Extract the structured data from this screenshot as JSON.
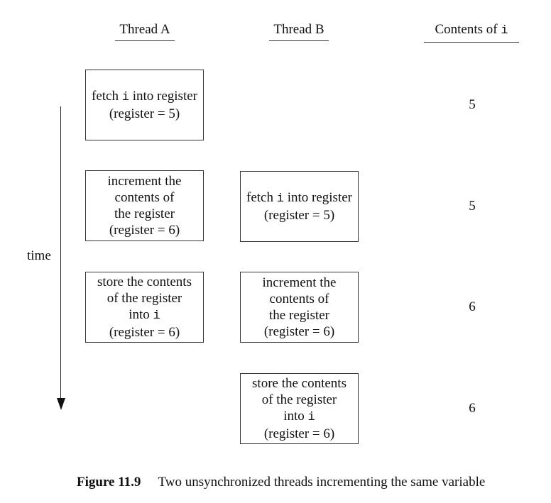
{
  "headers": {
    "thread_a": "Thread A",
    "thread_b": "Thread B",
    "contents_prefix": "Contents of ",
    "contents_var": "i"
  },
  "time_label": "time",
  "thread_a_steps": [
    {
      "lines": [
        {
          "pre": "fetch ",
          "var": "i",
          "post": " into register"
        },
        {
          "text": "(register = 5)"
        }
      ]
    },
    {
      "lines": [
        {
          "text": "increment the"
        },
        {
          "text": "contents of"
        },
        {
          "text": "the register"
        },
        {
          "text": "(register = 6)"
        }
      ]
    },
    {
      "lines": [
        {
          "text": "store the contents"
        },
        {
          "text": "of the register"
        },
        {
          "pre": "into ",
          "var": "i",
          "post": ""
        },
        {
          "text": "(register = 6)"
        }
      ]
    }
  ],
  "thread_b_steps": [
    {
      "lines": [
        {
          "pre": "fetch ",
          "var": "i",
          "post": " into register"
        },
        {
          "text": "(register = 5)"
        }
      ]
    },
    {
      "lines": [
        {
          "text": "increment the"
        },
        {
          "text": "contents of"
        },
        {
          "text": "the register"
        },
        {
          "text": "(register = 6)"
        }
      ]
    },
    {
      "lines": [
        {
          "text": "store the contents"
        },
        {
          "text": "of the register"
        },
        {
          "pre": "into ",
          "var": "i",
          "post": ""
        },
        {
          "text": "(register = 6)"
        }
      ]
    }
  ],
  "contents_values": [
    "5",
    "5",
    "6",
    "6"
  ],
  "caption": {
    "label": "Figure 11.9",
    "text": "Two unsynchronized threads incrementing the same variable"
  }
}
